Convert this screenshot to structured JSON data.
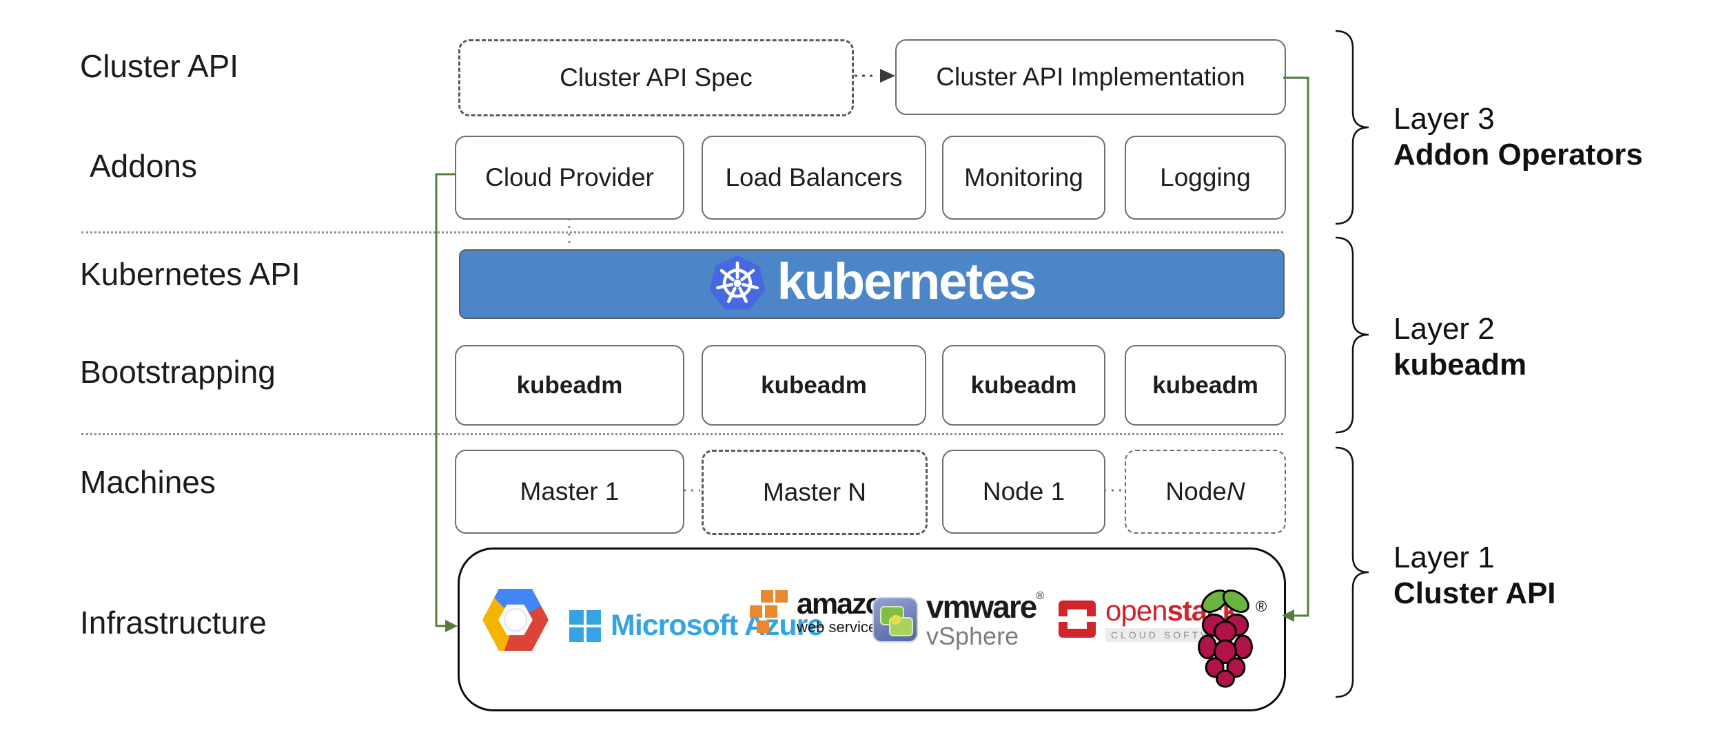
{
  "colors": {
    "green": "#557d3b",
    "banner-blue": "#4d86c6",
    "k8s-blue": "#4669e2",
    "azure-blue": "#35a4e4",
    "aws-orange": "#e9882f",
    "openstack-red": "#d2242b",
    "gcp-blue": "#4285f4",
    "gcp-red": "#db4437",
    "gcp-yellow": "#f4b400",
    "rpi-red": "#b01349",
    "rpi-green": "#6cb33f"
  },
  "left_labels": {
    "cluster_api": "Cluster API",
    "addons": "Addons",
    "kubernetes_api": "Kubernetes API",
    "bootstrapping": "Bootstrapping",
    "machines": "Machines",
    "infrastructure": "Infrastructure"
  },
  "cluster_api_row": {
    "spec": "Cluster API Spec",
    "implementation": "Cluster API Implementation"
  },
  "addons_row": {
    "boxes": [
      "Cloud Provider",
      "Load Balancers",
      "Monitoring",
      "Logging"
    ]
  },
  "kubernetes_banner": {
    "wordmark": "kubernetes",
    "logo": "kubernetes-wheel-icon"
  },
  "bootstrapping_row": {
    "boxes": [
      "kubeadm",
      "kubeadm",
      "kubeadm",
      "kubeadm"
    ]
  },
  "machines_row": {
    "master_1": "Master 1",
    "master_n": "Master N",
    "node_1": "Node 1",
    "node_n_prefix": "Node ",
    "node_n_suffix": "N"
  },
  "infrastructure": {
    "providers": [
      "google-cloud-icon",
      "microsoft-azure-icon",
      "amazon-web-services-icon",
      "vmware-vsphere-icon",
      "openstack-icon",
      "raspberry-pi-icon"
    ],
    "azure_label": "Microsoft Azure",
    "aws_label": "amazon",
    "aws_sublabel": "web services",
    "vmware_label": "vmware",
    "vmware_registered": "®",
    "vmware_sublabel": "vSphere",
    "openstack_label_light": "open",
    "openstack_label_bold": "stack",
    "openstack_tm": "™",
    "openstack_sublabel": "CLOUD SOFTWARE",
    "rpi_registered": "®"
  },
  "layers": {
    "layer3": {
      "line1": "Layer 3",
      "line2": "Addon Operators"
    },
    "layer2": {
      "line1": "Layer 2",
      "line2": "kubeadm"
    },
    "layer1": {
      "line1": "Layer 1",
      "line2": "Cluster API"
    }
  }
}
